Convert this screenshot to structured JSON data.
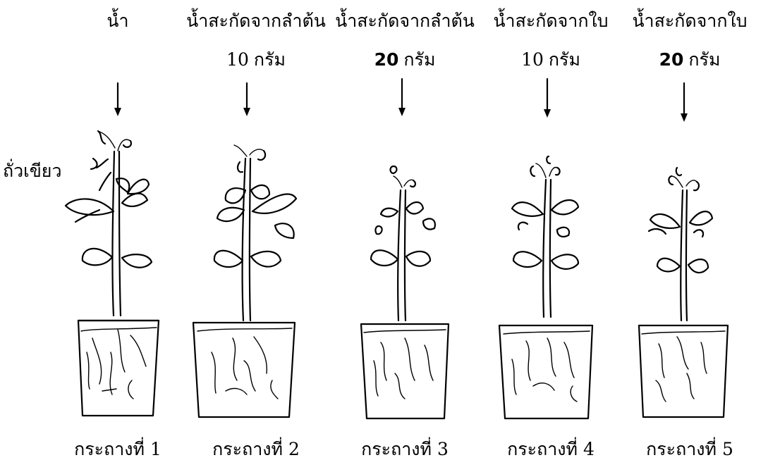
{
  "subject_label": "ถั่วเขียว",
  "columns": [
    {
      "treatment": "น้ำ",
      "amount_value": "",
      "amount_unit": "",
      "amount_bold": false,
      "pot_prefix": "กระถางที่",
      "pot_number": "1"
    },
    {
      "treatment": "น้ำสะกัดจากลำต้น",
      "amount_value": "10",
      "amount_unit": "กรัม",
      "amount_bold": false,
      "pot_prefix": "กระถางที่",
      "pot_number": "2"
    },
    {
      "treatment": "น้ำสะกัดจากลำต้น",
      "amount_value": "20",
      "amount_unit": "กรัม",
      "amount_bold": true,
      "pot_prefix": "กระถางที่",
      "pot_number": "3"
    },
    {
      "treatment": "น้ำสะกัดจากใบ",
      "amount_value": "10",
      "amount_unit": "กรัม",
      "amount_bold": false,
      "pot_prefix": "กระถางที่",
      "pot_number": "4"
    },
    {
      "treatment": "น้ำสะกัดจากใบ",
      "amount_value": "20",
      "amount_unit": "กรัม",
      "amount_bold": true,
      "pot_prefix": "กระถางที่",
      "pot_number": "5"
    }
  ]
}
